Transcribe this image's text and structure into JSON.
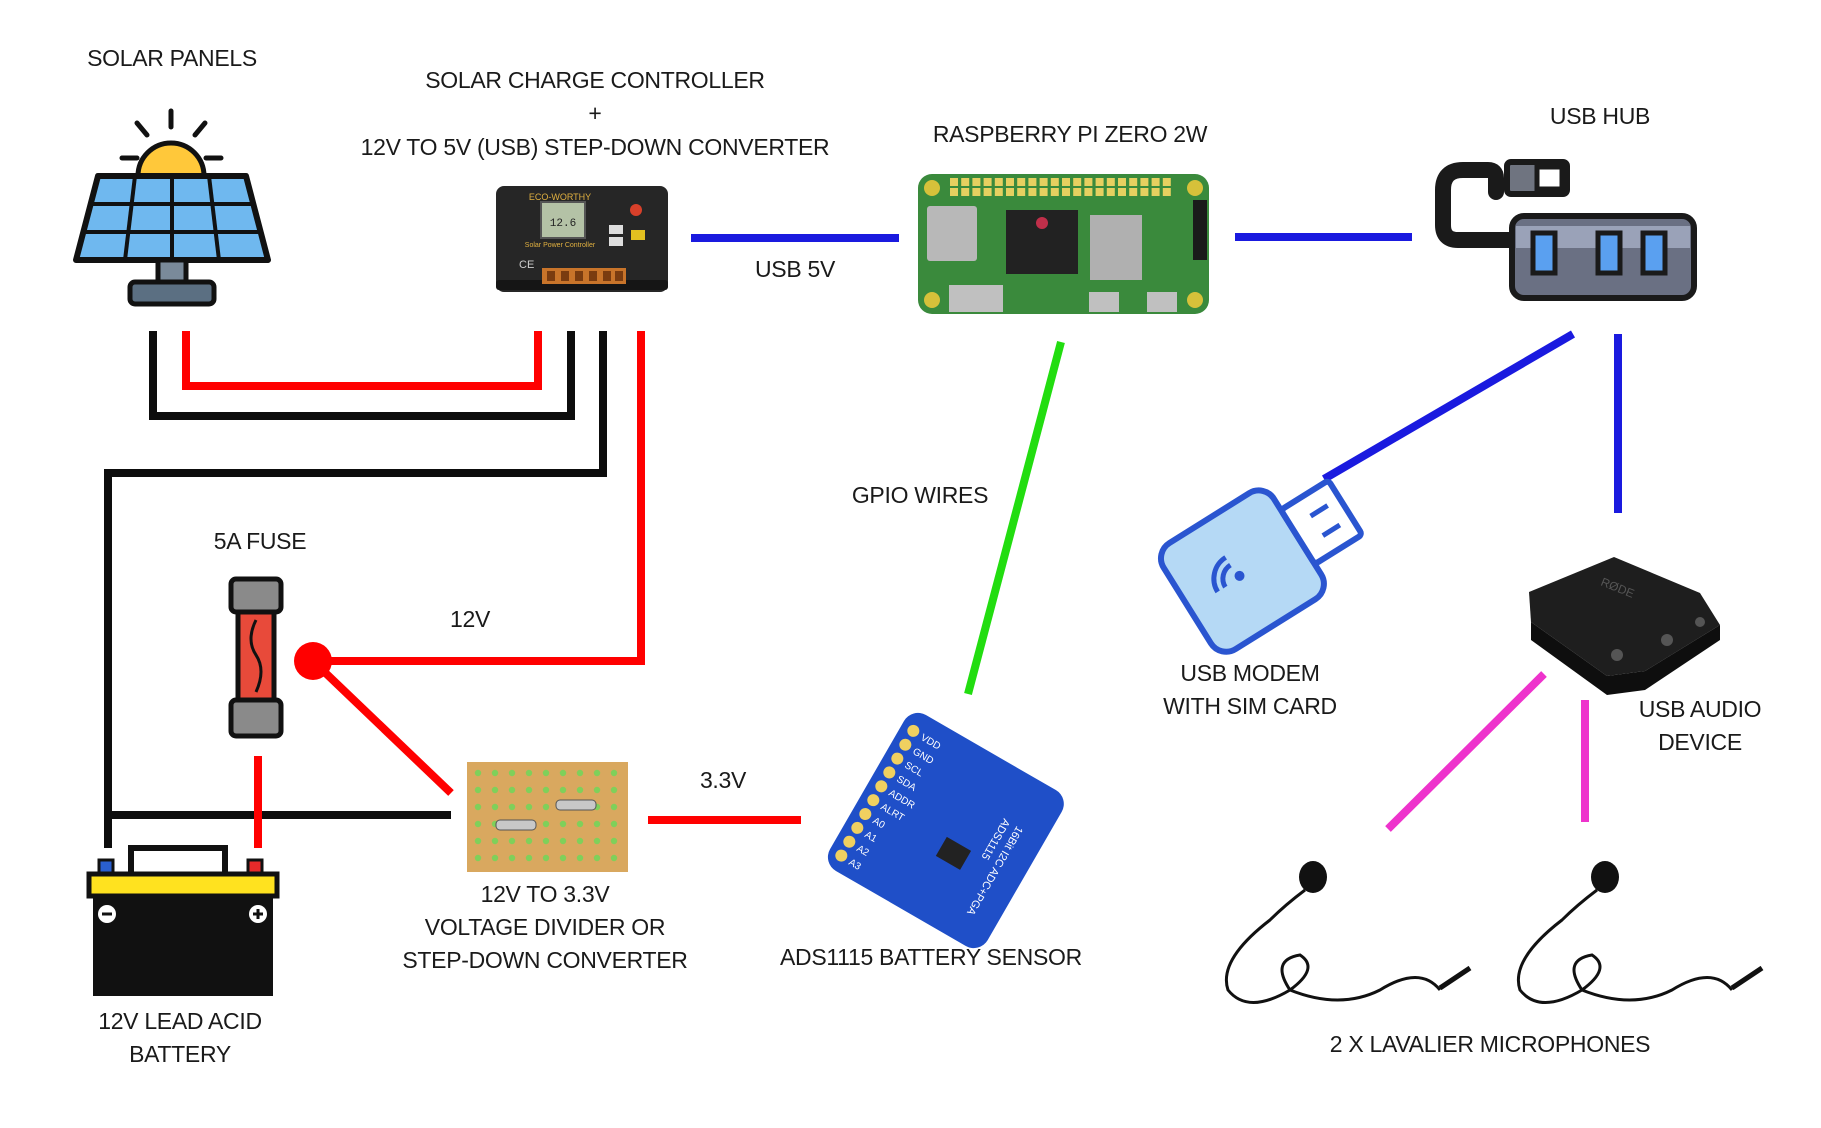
{
  "colors": {
    "wire_red": "#ff0000",
    "wire_black": "#0d0d0d",
    "wire_usb_blue": "#1a1adf",
    "wire_gpio_green": "#22dd10",
    "wire_audio_magenta": "#ee33cc",
    "panel_blue": "#6fb8ef",
    "sun_yellow": "#ffc83a",
    "battery_yellow": "#ffe21f",
    "board_blue": "#1f4fc8",
    "pcb_green": "#3a8a3c",
    "stripboard_tan": "#d9a85f"
  },
  "labels": {
    "solar_panels": "SOLAR PANELS",
    "charge_controller_l1": "SOLAR CHARGE CONTROLLER",
    "charge_controller_l2": "+",
    "charge_controller_l3": "12V TO 5V (USB) STEP-DOWN CONVERTER",
    "raspberry_pi": "RASPBERRY PI ZERO 2W",
    "usb_hub": "USB HUB",
    "usb_5v": "USB 5V",
    "gpio_wires": "GPIO WIRES",
    "fuse": "5A FUSE",
    "v12": "12V",
    "v33": "3.3V",
    "usb_modem_l1": "USB MODEM",
    "usb_modem_l2": "WITH SIM CARD",
    "usb_audio_l1": "USB AUDIO",
    "usb_audio_l2": "DEVICE",
    "divider_l1": "12V TO 3.3V",
    "divider_l2": "VOLTAGE DIVIDER OR",
    "divider_l3": "STEP-DOWN CONVERTER",
    "ads_sensor": "ADS1115 BATTERY SENSOR",
    "battery_l1": "12V LEAD ACID",
    "battery_l2": "BATTERY",
    "microphones": "2 X LAVALIER MICROPHONES"
  },
  "device_text": {
    "controller_brand": "ECO-WORTHY",
    "controller_name": "Solar Power Controller",
    "controller_display": "12.6",
    "ads_board_title": "16Bit I2C ADC+PGA",
    "ads_board_name": "ADS1115",
    "ads_pins": [
      "VDD",
      "GND",
      "SCL",
      "SDA",
      "ADDR",
      "ALRT",
      "A0",
      "A1",
      "A2",
      "A3"
    ],
    "audio_brand": "RØDE"
  },
  "icons": {
    "solar_panel": "solar-panel-icon",
    "battery": "car-battery-icon",
    "fuse": "fuse-icon",
    "modem": "usb-modem-icon",
    "hub": "usb-hub-icon",
    "microphone": "lavalier-mic-icon"
  }
}
